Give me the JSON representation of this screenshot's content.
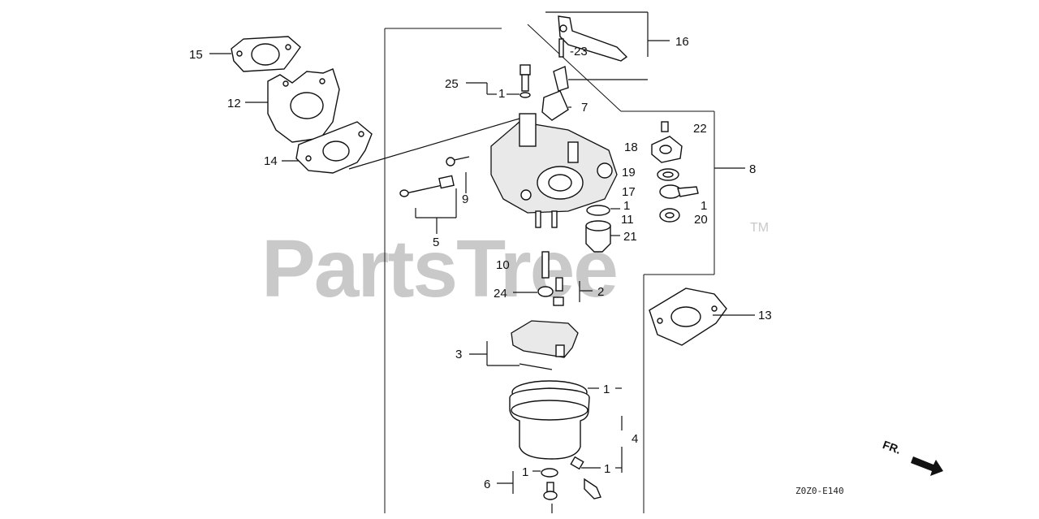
{
  "watermark": {
    "text": "PartsTree",
    "tm": "TM"
  },
  "direction": {
    "label": "FR."
  },
  "figure_code": "Z0Z0-E140",
  "callouts": {
    "c1": "1",
    "c1b": "1",
    "c1c": "1",
    "c1d": "1",
    "c1e": "1",
    "c1f": "1",
    "c2": "2",
    "c3": "3",
    "c4": "4",
    "c5": "5",
    "c6": "6",
    "c7": "7",
    "c8": "8",
    "c9": "9",
    "c10": "10",
    "c11": "11",
    "c12": "12",
    "c13": "13",
    "c14": "14",
    "c15": "15",
    "c16": "16",
    "c17": "17",
    "c18": "18",
    "c19": "19",
    "c20": "20",
    "c21": "21",
    "c22": "22",
    "c23": "-23",
    "c24": "24",
    "c25": "25"
  },
  "colors": {
    "ink": "#111111",
    "watermark": "#c9c9c9"
  }
}
